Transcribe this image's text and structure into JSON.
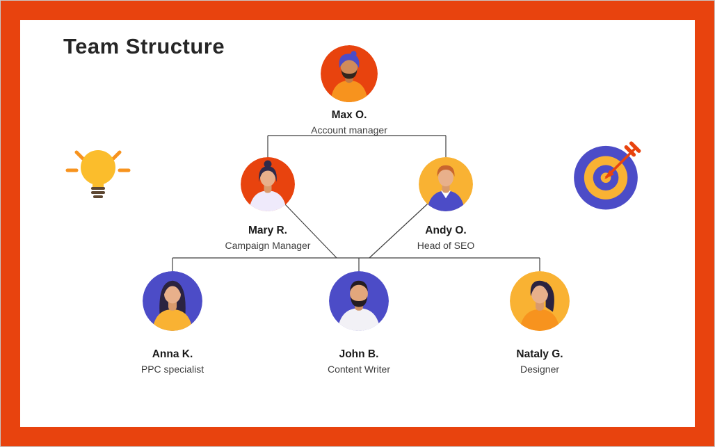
{
  "page": {
    "title": "Team Structure"
  },
  "people": [
    {
      "id": "max",
      "name": "Max O.",
      "role": "Account manager",
      "avatar_bg": "#E8430E"
    },
    {
      "id": "mary",
      "name": "Mary R.",
      "role": "Campaign Manager",
      "avatar_bg": "#E8430E"
    },
    {
      "id": "andy",
      "name": "Andy O.",
      "role": "Head of SEO",
      "avatar_bg": "#F9B233"
    },
    {
      "id": "anna",
      "name": "Anna K.",
      "role": "PPC specialist",
      "avatar_bg": "#4C4CC7"
    },
    {
      "id": "john",
      "name": "John B.",
      "role": "Content Writer",
      "avatar_bg": "#4C4CC7"
    },
    {
      "id": "nataly",
      "name": "Nataly G.",
      "role": "Designer",
      "avatar_bg": "#F9B233"
    }
  ],
  "decorations": {
    "left_icon": "lightbulb-icon",
    "right_icon": "target-icon"
  },
  "colors": {
    "frame": "#E8430E",
    "accent_orange": "#F7931E",
    "accent_yellow": "#F9B233",
    "accent_purple": "#4C4CC7",
    "connector_line": "#3f3f3f",
    "title_text": "#262626",
    "background": "#ffffff"
  }
}
